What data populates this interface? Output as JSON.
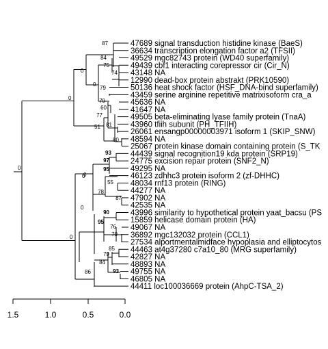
{
  "leaves": [
    "47689 signal transduction histidine kinase (BaeS)",
    "36634 transcription elongation factor a2 (TFSII)",
    "49529 mgc82743 protein (WD40 superfamily)",
    "49439 cbf1 interacting corepressor cir (Cir_N)",
    "43148 NA",
    "12990 dead-box protein abstrakt (PRK10590)",
    "50136 heat shock factor (HSF_DNA-bind superfamily)",
    "43459 serine arginine repetitive matrixisoform cra_a",
    "45636 NA",
    "41647 NA",
    "49505 beta-eliminating lyase family protein (TnaA)",
    "43960 tfiih subunit (PH_TFIIH)",
    "26061 ensangp00000003971 isoform 1 (SKIP_SNW)",
    "48594 NA",
    "25067 protein kinase domain containing protein (S_TK",
    "44439 signal recognition19 kda protein (SRP19)",
    "24775 excision repair protein (SNF2_N)",
    "49295 NA",
    "46123 zdhhc3 protein isoform 2 (zf-DHHC)",
    "48034 rnf13 protein (RING)",
    "44277 NA",
    "47902 NA",
    "42535 NA",
    "43996 similarity to hypothetical protein yaat_bacsu (PS",
    "15859 helicase domain protein (HA)",
    "49067 NA",
    "36892 mgc132032 protein (CCL1)",
    "27534 alportmentalmidface hypoplasia and elliptocytos",
    "44463 at4g37280 c7a10_80 (MRG superfamily)",
    "42827 NA",
    "48893 NA",
    "49755 NA",
    "46805 NA",
    "44411 loc100036669 protein (AhpC-TSA_2)"
  ],
  "axis": {
    "ticks": [
      "1.5",
      "1.0",
      "0.5",
      "0.0"
    ]
  },
  "supports": [
    {
      "v": "0",
      "b": false
    },
    {
      "v": "0",
      "b": false
    },
    {
      "v": "0",
      "b": false
    },
    {
      "v": "0",
      "b": false
    },
    {
      "v": "87",
      "b": false
    },
    {
      "v": "0",
      "b": false
    },
    {
      "v": "84",
      "b": false
    },
    {
      "v": "75",
      "b": false
    },
    {
      "v": "74",
      "b": false
    },
    {
      "v": "79",
      "b": false
    },
    {
      "v": "51",
      "b": false
    },
    {
      "v": "77",
      "b": false
    },
    {
      "v": "60",
      "b": false
    },
    {
      "v": "79",
      "b": false
    },
    {
      "v": "81",
      "b": false
    },
    {
      "v": "80",
      "b": false
    },
    {
      "v": "0",
      "b": false
    },
    {
      "v": "0",
      "b": false
    },
    {
      "v": "93",
      "b": true
    },
    {
      "v": "97",
      "b": true
    },
    {
      "v": "95",
      "b": true
    },
    {
      "v": "78",
      "b": false
    },
    {
      "v": "55",
      "b": false
    },
    {
      "v": "87",
      "b": false
    },
    {
      "v": "0",
      "b": false
    },
    {
      "v": "95",
      "b": true
    },
    {
      "v": "90",
      "b": true
    },
    {
      "v": "76",
      "b": false
    },
    {
      "v": "70",
      "b": false
    },
    {
      "v": "86",
      "b": false
    },
    {
      "v": "84",
      "b": false
    },
    {
      "v": "79",
      "b": false
    },
    {
      "v": "85",
      "b": false
    },
    {
      "v": "93",
      "b": true
    }
  ]
}
